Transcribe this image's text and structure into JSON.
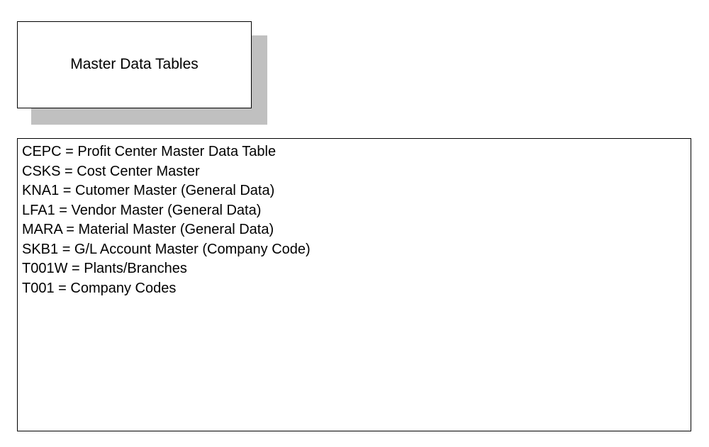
{
  "title_box": {
    "title": "Master Data Tables"
  },
  "content_box": {
    "items": [
      "CEPC = Profit Center Master Data Table",
      "CSKS = Cost Center Master",
      "KNA1 = Cutomer Master (General Data)",
      "LFA1 = Vendor Master (General Data)",
      "MARA = Material Master (General Data)",
      "SKB1 = G/L Account Master (Company Code)",
      "T001W = Plants/Branches",
      "T001 = Company Codes"
    ]
  }
}
